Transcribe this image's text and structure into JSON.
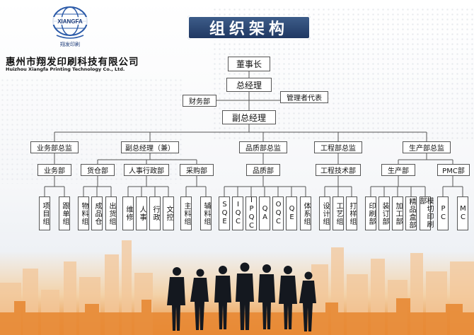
{
  "header": {
    "title": "组织架构",
    "logo_latin": "XIANGFA",
    "logo_cn": "翔发印刷",
    "company_cn": "惠州市翔发印刷科技有限公司",
    "company_en": "Huizhou Xiangfa Printing Technology Co., Ltd."
  },
  "org": {
    "chairman": "董事长",
    "gm": "总经理",
    "finance": "财务部",
    "mgmt_rep": "管理者代表",
    "deputy_gm": "副总经理",
    "level3": [
      "业务部总监",
      "副总经理（兼）",
      "品质部总监",
      "工程部总监",
      "生产部总监"
    ],
    "level4": [
      "业务部",
      "货仓部",
      "人事行政部",
      "采购部",
      "品质部",
      "工程技术部",
      "生产部",
      "PMC部"
    ],
    "leaves": {
      "biz": [
        "项目组",
        "跟单组"
      ],
      "warehouse": [
        "物料组",
        "成品仓",
        "出货组"
      ],
      "hr": [
        "维修",
        "人事",
        "行政",
        "文控"
      ],
      "purchase": [
        "主料组",
        "辅料组"
      ],
      "quality": [
        "SQE",
        "IQC",
        "IPQC",
        "QA",
        "OQC",
        "QE",
        "体系组"
      ],
      "eng": [
        "设计组",
        "工艺组",
        "打样组"
      ],
      "prod": [
        "印刷部",
        "装订部",
        "加工部",
        "精品盒部",
        "模切印刷部"
      ],
      "pmc": [
        "PC",
        "MC"
      ]
    }
  },
  "colors": {
    "banner": "#2a4670",
    "accent": "#e98d38",
    "line": "#555555"
  }
}
